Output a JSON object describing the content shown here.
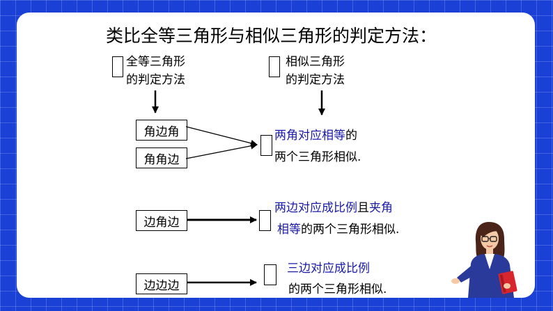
{
  "slide": {
    "title": "类比全等三角形与相似三角形的判定方法：",
    "left_header": {
      "line1": "全等三角形",
      "line2": "的判定方法"
    },
    "right_header": {
      "line1": "相似三角形",
      "line2": "的判定方法"
    },
    "left_methods": [
      "角边角",
      "角角边",
      "边角边",
      "边边边"
    ],
    "right_methods": [
      {
        "highlight": "两角对应相等",
        "tail": "的",
        "line2": "两个三角形相似."
      },
      {
        "highlight1": "两边对应成比例",
        "mid": "且",
        "highlight2": "夹角",
        "line2_highlight": "相等",
        "line2_tail": "的两个三角形相似."
      },
      {
        "highlight": "三边对应成比例",
        "line2": "的两个三角形相似."
      }
    ]
  },
  "colors": {
    "background": "#1a40d6",
    "panel": "#ffffff",
    "highlight_text": "#1a1aa8"
  }
}
